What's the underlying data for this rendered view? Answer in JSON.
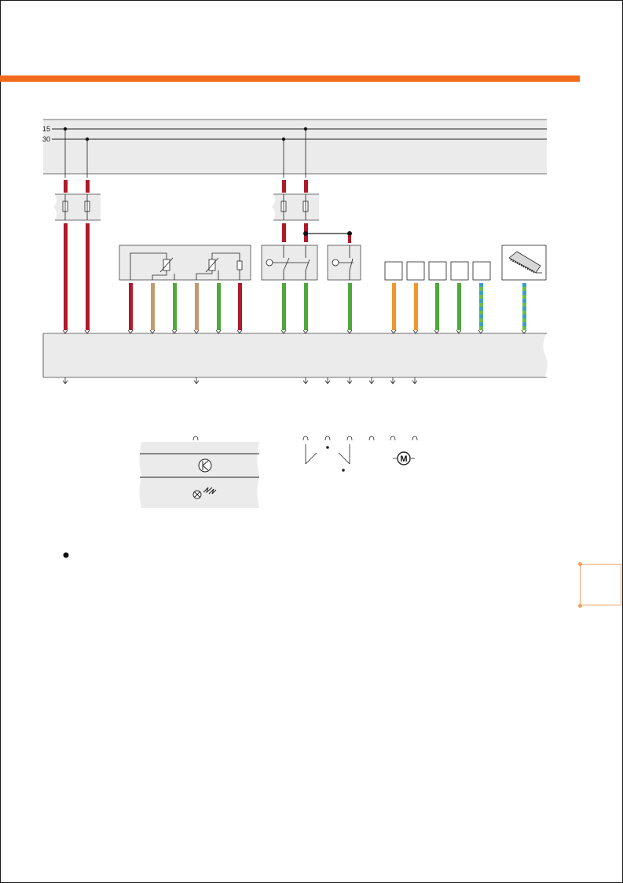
{
  "diagram": {
    "rails": [
      {
        "label": "15"
      },
      {
        "label": "30"
      }
    ],
    "wire_colors": {
      "red": "#b0192a",
      "brown": "#c49a6c",
      "green": "#4ea83a",
      "orange": "#f0962c",
      "blue_green": "#3aa0c8",
      "panel": "#ebebeb",
      "accent": "#f26b1d"
    },
    "legend_symbols": [
      {
        "icon": "transistor-icon"
      },
      {
        "icon": "lamp-led-icon"
      },
      {
        "icon": "switch-contacts-icon"
      },
      {
        "icon": "motor-icon"
      }
    ],
    "motor_symbol_text": "M"
  }
}
